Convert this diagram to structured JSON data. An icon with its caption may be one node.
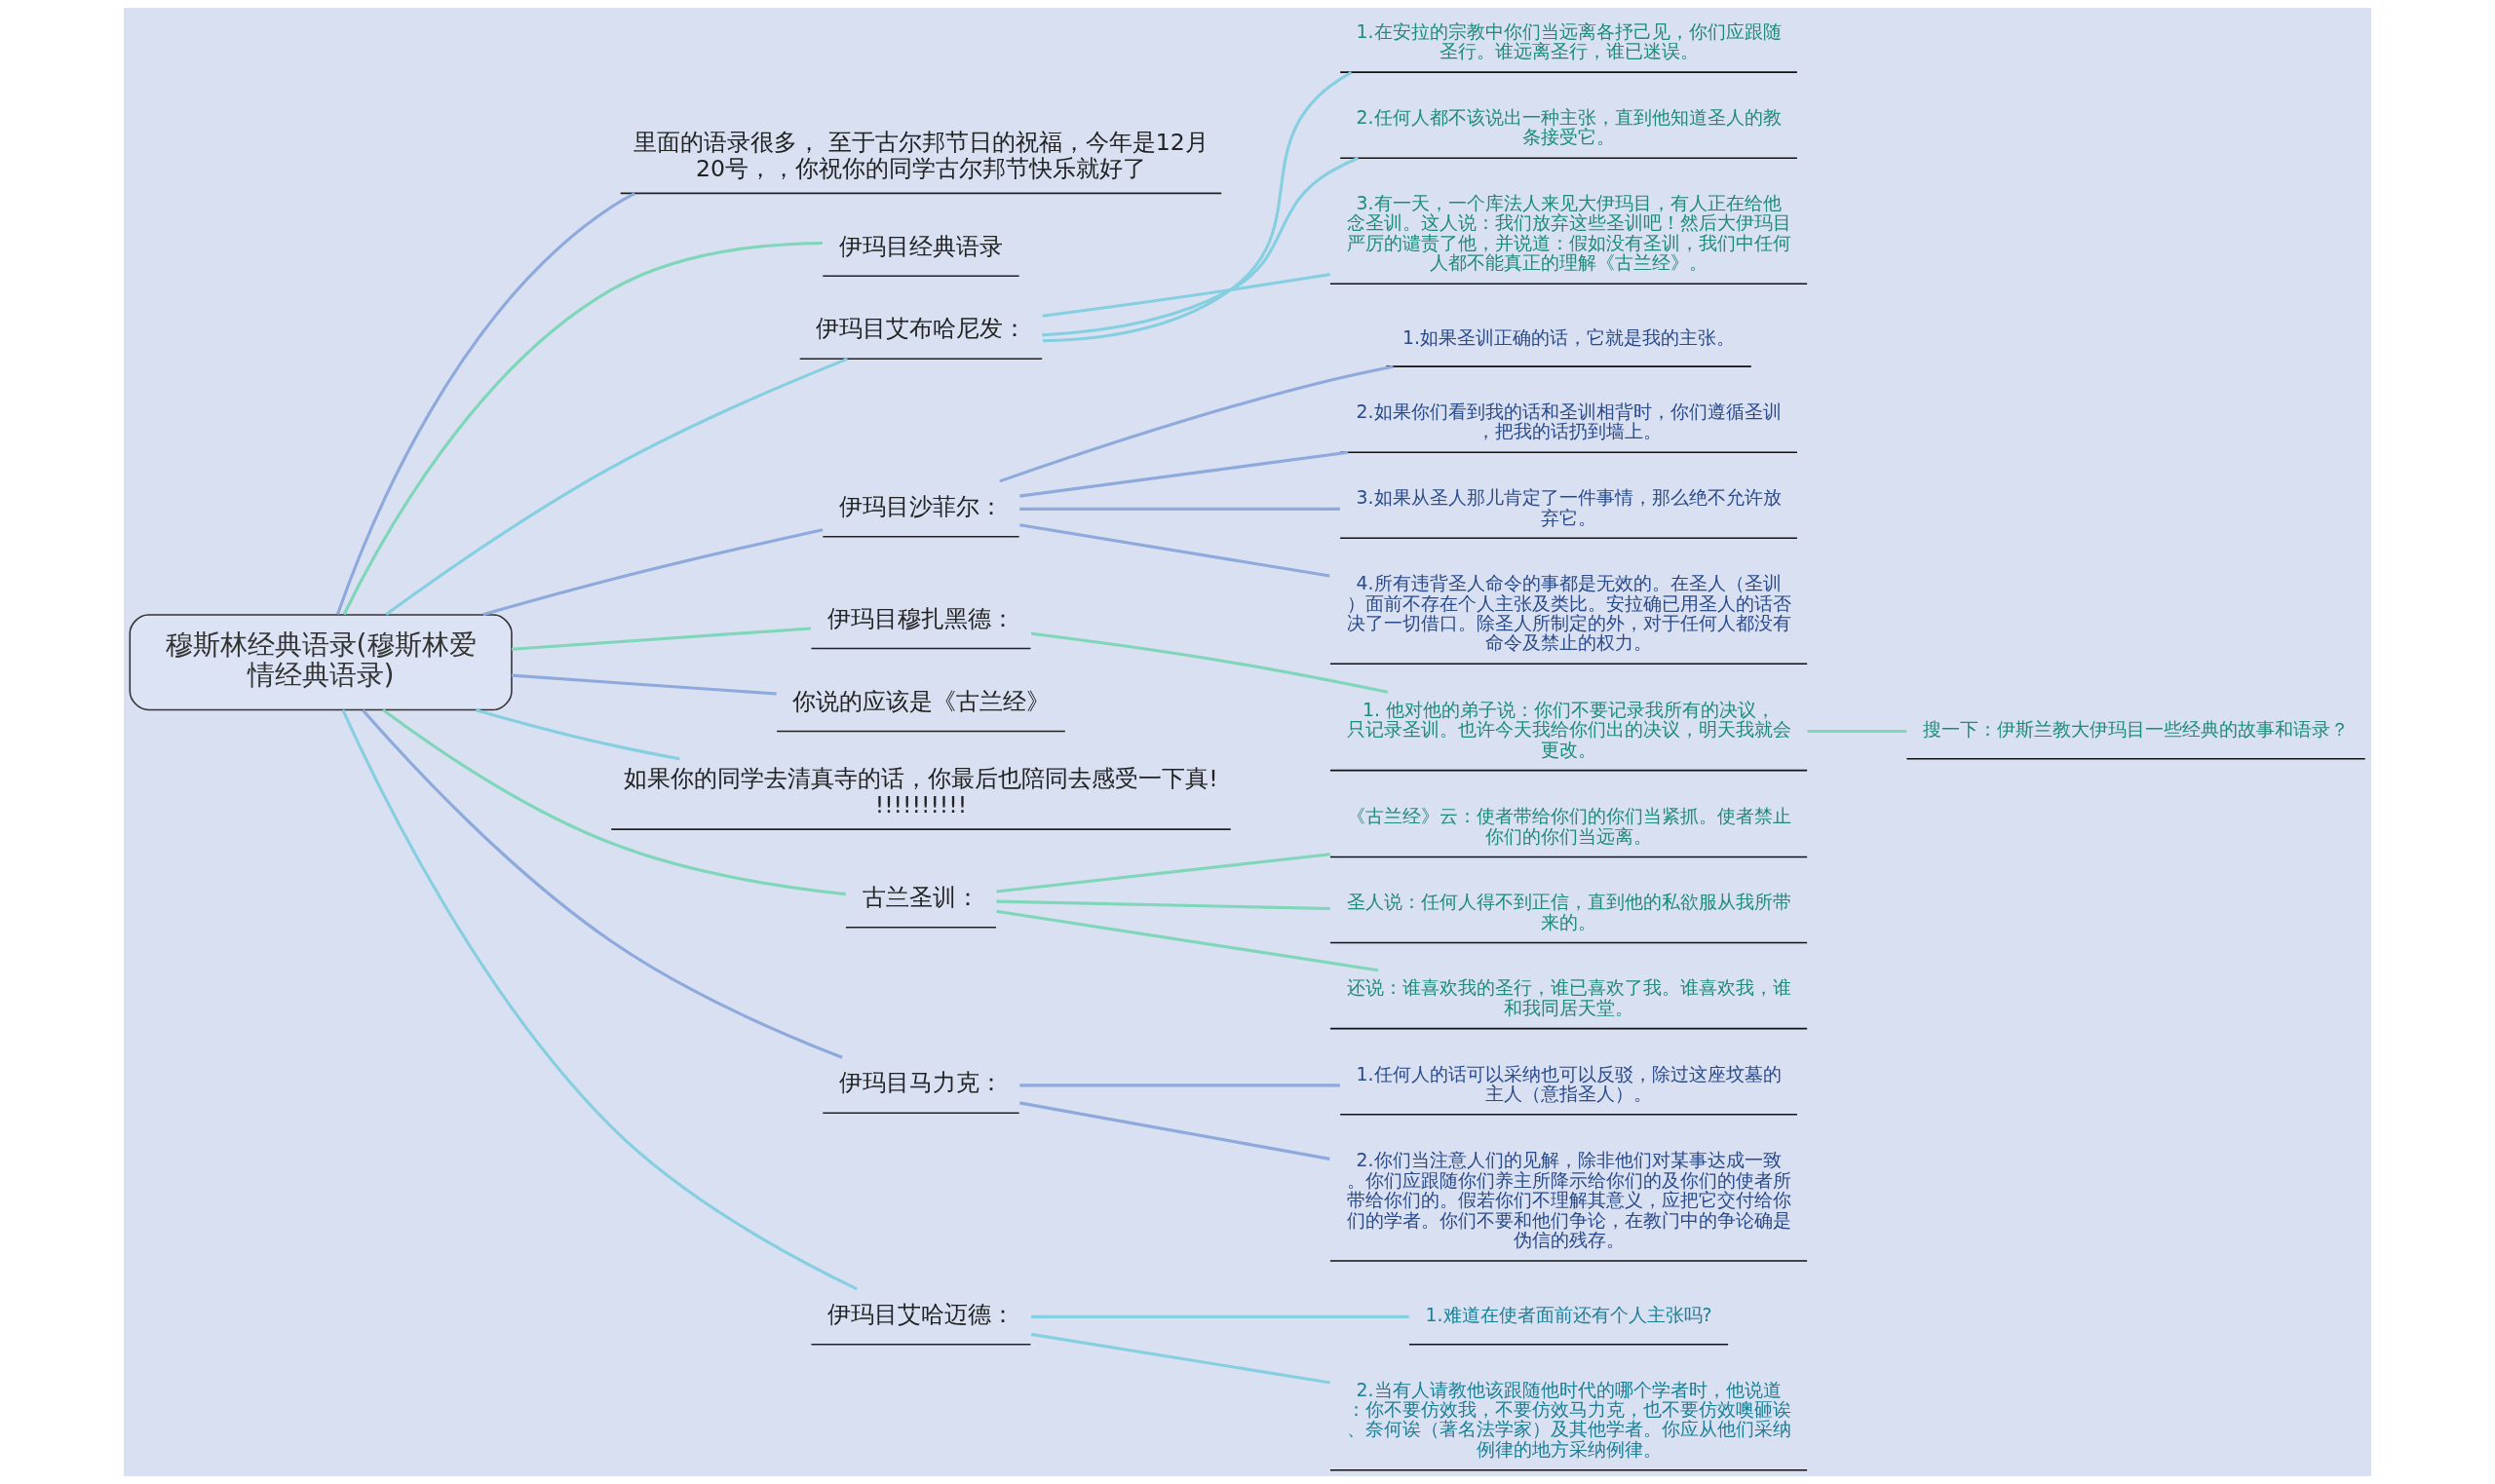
{
  "diagram": {
    "nodes": [
      {
        "text": [
          "穆斯林经典语录(穆斯林爱情经典语录)"
        ]
      },
      {
        "text": [
          "里面的语录很多， 至于古尔邦节日的祝福，今年是12月20号，，你祝你的同学古尔邦节快乐就好了"
        ]
      },
      {
        "text": [
          "伊玛目经典语录"
        ]
      },
      {
        "text": [
          "伊玛目艾布哈尼发："
        ]
      },
      {
        "text": [
          "1.在安拉的宗教中你们当远离各抒己见，你们应跟随圣行。谁远离圣行，谁已迷误。"
        ]
      },
      {
        "text": [
          "2.任何人都不该说出一种主张，直到他知道圣人的教条接受它。"
        ]
      },
      {
        "text": [
          "3.有一天，一个库法人来见大伊玛目，有人正在给他念圣训。这人说：我们放弃这些圣训吧！然后大伊玛目严厉的谴责了他，并说道：假如没有圣训，我们中任何人都不能真正的理解《古兰经》。"
        ]
      },
      {
        "text": [
          "伊玛目沙菲尔："
        ]
      },
      {
        "text": [
          "1.如果圣训正确的话，它就是我的主张。"
        ]
      },
      {
        "text": [
          "2.如果你们看到我的话和圣训相背时，你们遵循圣训，把我的话扔到墙上。"
        ]
      },
      {
        "text": [
          "3.如果从圣人那儿肯定了一件事情，那么绝不允许放弃它。"
        ]
      },
      {
        "text": [
          "4.所有违背圣人命令的事都是无效的。在圣人（圣训）面前不存在个人主张及类比。安拉确已用圣人的话否决了一切借口。除圣人所制定的外，对于任何人都没有命令及禁止的权力。"
        ]
      },
      {
        "text": [
          "伊玛目穆扎黑德："
        ]
      },
      {
        "text": [
          "1. 他对他的弟子说：你们不要记录我所有的决议，只记录圣训。也许今天我给你们出的决议，明天我就会更改。"
        ]
      },
      {
        "text": [
          "搜一下：伊斯兰教大伊玛目一些经典的故事和语录？"
        ]
      },
      {
        "text": [
          "你说的应该是《古兰经》"
        ]
      },
      {
        "text": [
          "如果你的同学去清真寺的话，你最后也陪同去感受一下真!!!!!!!!!!!"
        ]
      },
      {
        "text": [
          "古兰圣训："
        ]
      },
      {
        "text": [
          "《古兰经》云：使者带给你们的你们当紧抓。使者禁止你们的你们当远离。"
        ]
      },
      {
        "text": [
          "圣人说：任何人得不到正信，直到他的私欲服从我所带来的。"
        ]
      },
      {
        "text": [
          "还说：谁喜欢我的圣行，谁已喜欢了我。谁喜欢我，谁和我同居天堂。"
        ]
      },
      {
        "text": [
          "伊玛目马力克："
        ]
      },
      {
        "text": [
          "1.任何人的话可以采纳也可以反驳，除过这座坟墓的主人（意指圣人）。"
        ]
      },
      {
        "text": [
          "2.你们当注意人们的见解，除非他们对某事达成一致。你们应跟随你们养主所降示给你们的及你们的使者所带给你们的。假若你们不理解其意义，应把它交付给你们的学者。你们不要和他们争论，在教门中的争论确是伪信的残存。"
        ]
      },
      {
        "text": [
          "伊玛目艾哈迈德："
        ]
      },
      {
        "text": [
          "1.难道在使者面前还有个人主张吗?"
        ]
      },
      {
        "text": [
          "2.当有人请教他该跟随他时代的哪个学者时，他说道：你不要仿效我，不要仿效马力克，也不要仿效噢砸诶、奈何诶（著名法学家）及其他学者。你应从他们采纳例律的地方采纳例律。"
        ]
      }
    ],
    "edges": [
      {
        "from": 0,
        "to": 1,
        "arrow": "none"
      },
      {
        "from": 0,
        "to": 2,
        "arrow": "none",
        "color": "#7fd6b8"
      },
      {
        "from": 0,
        "to": 3,
        "arrow": "none",
        "color": "#86cfe0"
      },
      {
        "from": 3,
        "to": 4,
        "arrow": "none",
        "color": "#86cfe0"
      },
      {
        "from": 3,
        "to": 5,
        "arrow": "none",
        "color": "#86cfe0"
      },
      {
        "from": 3,
        "to": 6,
        "arrow": "none",
        "color": "#86cfe0"
      },
      {
        "from": 0,
        "to": 7,
        "arrow": "none"
      },
      {
        "from": 7,
        "to": 8,
        "arrow": "none"
      },
      {
        "from": 7,
        "to": 9,
        "arrow": "none"
      },
      {
        "from": 7,
        "to": 10,
        "arrow": "none"
      },
      {
        "from": 7,
        "to": 11,
        "arrow": "none"
      },
      {
        "from": 0,
        "to": 12,
        "arrow": "none",
        "color": "#7fd6b8"
      },
      {
        "from": 12,
        "to": 13,
        "arrow": "none",
        "color": "#7fd6b8"
      },
      {
        "from": 13,
        "to": 14,
        "arrow": "none",
        "color": "#7fd6b8"
      },
      {
        "from": 0,
        "to": 15,
        "arrow": "none"
      },
      {
        "from": 0,
        "to": 16,
        "arrow": "none",
        "color": "#86cfe0"
      },
      {
        "from": 0,
        "to": 17,
        "arrow": "none",
        "color": "#7fd6b8"
      },
      {
        "from": 17,
        "to": 18,
        "arrow": "none",
        "color": "#7fd6b8"
      },
      {
        "from": 17,
        "to": 19,
        "arrow": "none",
        "color": "#7fd6b8"
      },
      {
        "from": 17,
        "to": 20,
        "arrow": "none",
        "color": "#7fd6b8"
      },
      {
        "from": 0,
        "to": 21,
        "arrow": "none"
      },
      {
        "from": 21,
        "to": 22,
        "arrow": "none"
      },
      {
        "from": 21,
        "to": 23,
        "arrow": "none"
      },
      {
        "from": 0,
        "to": 24,
        "arrow": "none",
        "color": "#86cfe0"
      },
      {
        "from": 24,
        "to": 25,
        "arrow": "none",
        "color": "#86cfe0"
      },
      {
        "from": 24,
        "to": 26,
        "arrow": "none",
        "color": "#86cfe0"
      }
    ]
  }
}
